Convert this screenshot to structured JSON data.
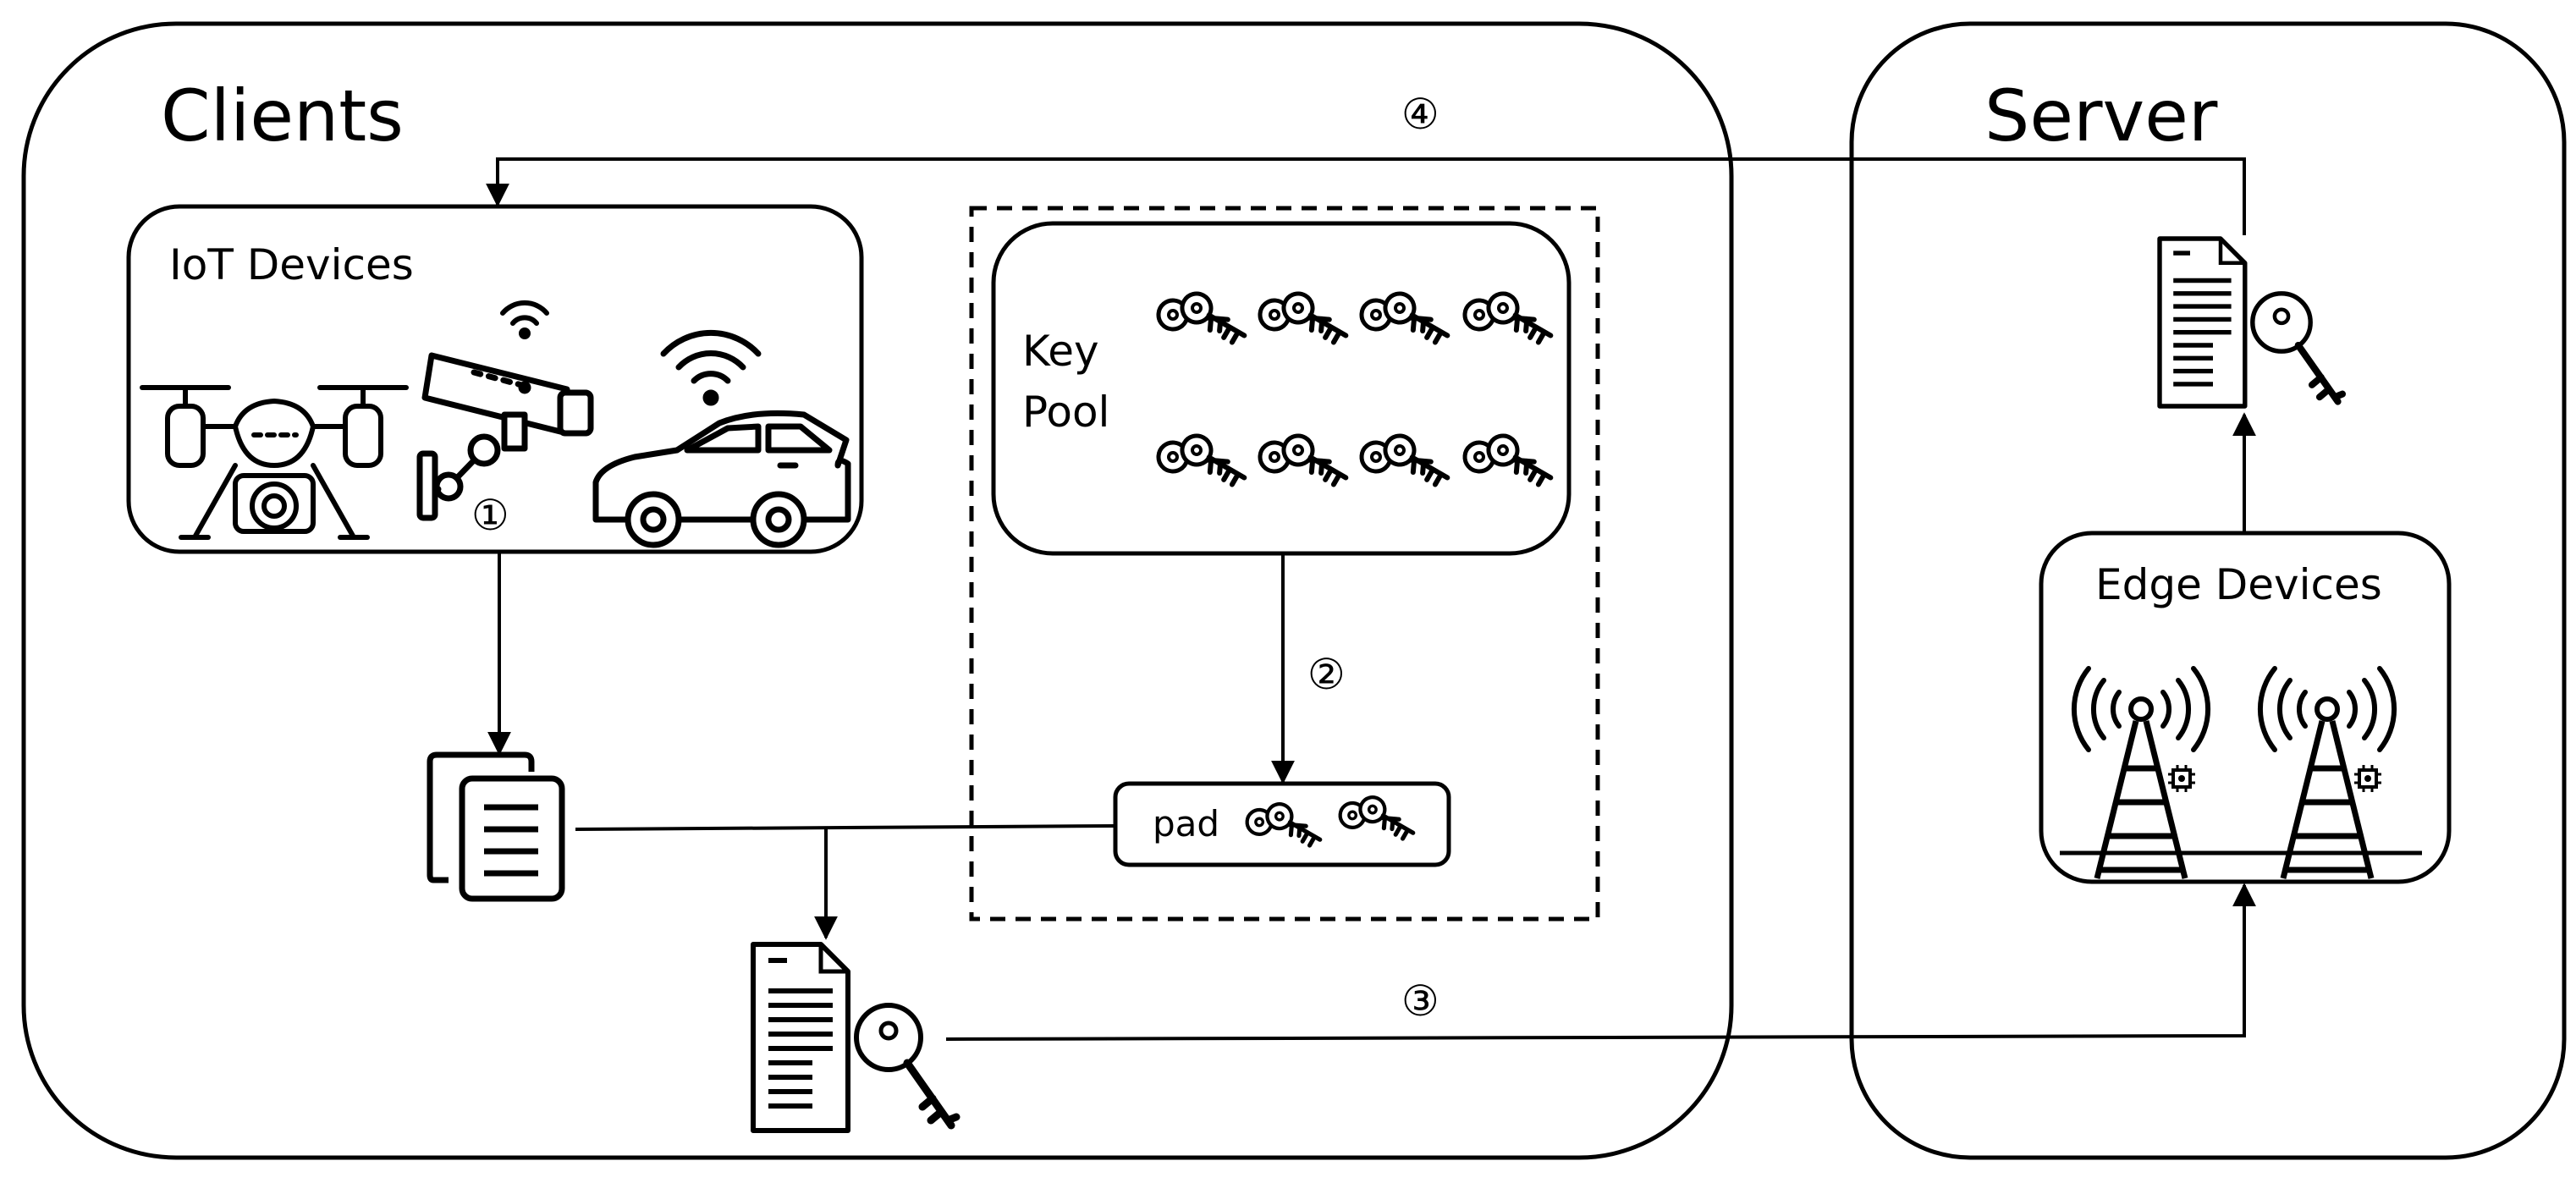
{
  "groups": {
    "clients": "Clients",
    "server": "Server"
  },
  "boxes": {
    "iot": "IoT Devices",
    "key_pool_line1": "Key",
    "key_pool_line2": "Pool",
    "pad": "pad",
    "edge": "Edge Devices"
  },
  "steps": {
    "s1": "①",
    "s2": "②",
    "s3": "③",
    "s4": "④"
  },
  "icons": {
    "drone": "drone-icon",
    "camera": "security-camera-icon",
    "car": "connected-car-icon",
    "key": "key-icon",
    "documents": "documents-icon",
    "encrypted_doc": "encrypted-document-icon",
    "tower": "cell-tower-icon"
  },
  "colors": {
    "stroke": "#000000",
    "background": "#ffffff"
  }
}
